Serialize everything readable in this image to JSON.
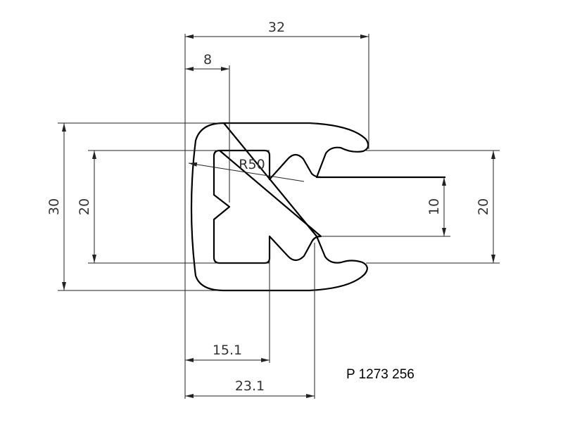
{
  "drawing": {
    "dimensions": {
      "overall_width": "32",
      "lip_width": "8",
      "overall_height": "30",
      "inner_height_left": "20",
      "slot_opening": "10",
      "height_right": "20",
      "radius": "R50",
      "tooth_1_distance": "15.1",
      "tooth_2_distance": "23.1"
    },
    "part_number": "P 1273 256"
  },
  "colors": {
    "line": "#222222",
    "profile": "#000000",
    "text": "#333333"
  }
}
